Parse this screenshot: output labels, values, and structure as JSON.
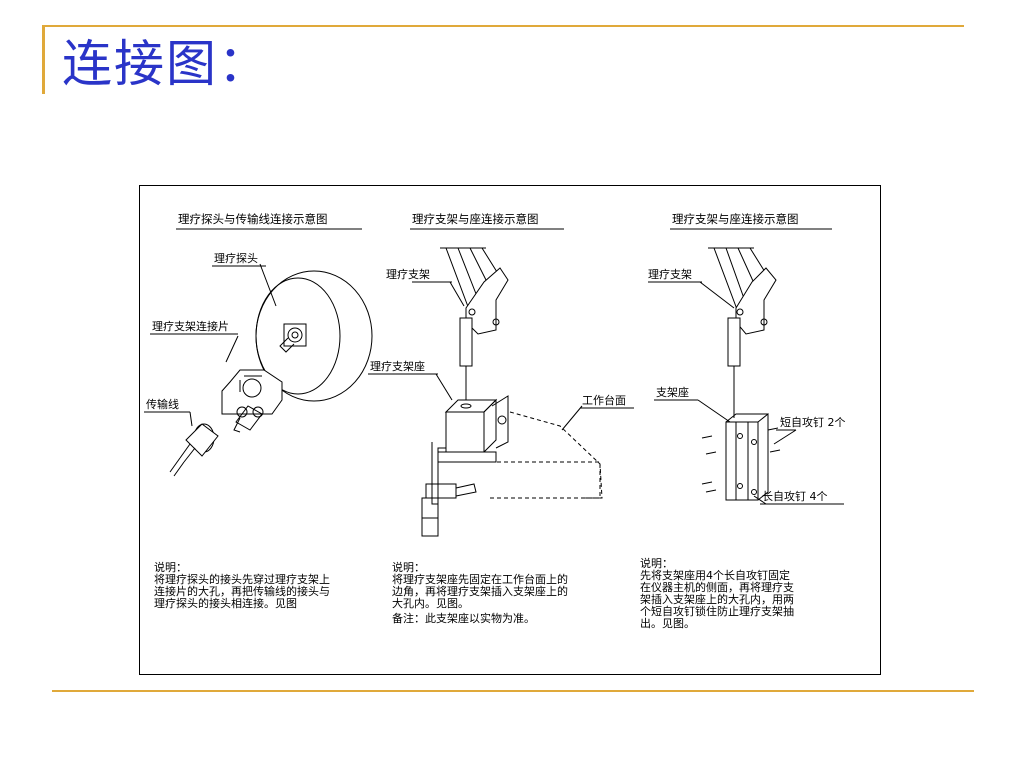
{
  "slide": {
    "title": "连接图："
  },
  "panels": [
    {
      "heading": "理疗探头与传输线连接示意图",
      "labels": {
        "probe": "理疗探头",
        "bracket_plate": "理疗支架连接片",
        "cable": "传输线"
      },
      "note": {
        "title": "说明：",
        "lines": [
          "将理疗探头的接头先穿过理疗支架上",
          "连接片的大孔，再把传输线的接头与",
          "理疗探头的接头相连接。见图"
        ]
      }
    },
    {
      "heading": "理疗支架与座连接示意图",
      "labels": {
        "stand": "理疗支架",
        "stand_base": "理疗支架座",
        "worktop": "工作台面"
      },
      "note": {
        "title": "说明：",
        "lines": [
          "将理疗支架座先固定在工作台面上的",
          "边角，再将理疗支架插入支架座上的",
          "大孔内。见图。"
        ],
        "remark": "备注：此支架座以实物为准。"
      }
    },
    {
      "heading": "理疗支架与座连接示意图",
      "labels": {
        "stand": "理疗支架",
        "base": "支架座",
        "short_screw": "短自攻钉 2个",
        "long_screw": "长自攻钉 4个"
      },
      "note": {
        "title": "说明：",
        "lines": [
          "先将支架座用4个长自攻钉固定",
          "在仪器主机的侧面，再将理疗支",
          "架插入支架座上的大孔内，用两",
          "个短自攻钉锁住防止理疗支架抽",
          "出。见图。"
        ]
      }
    }
  ]
}
